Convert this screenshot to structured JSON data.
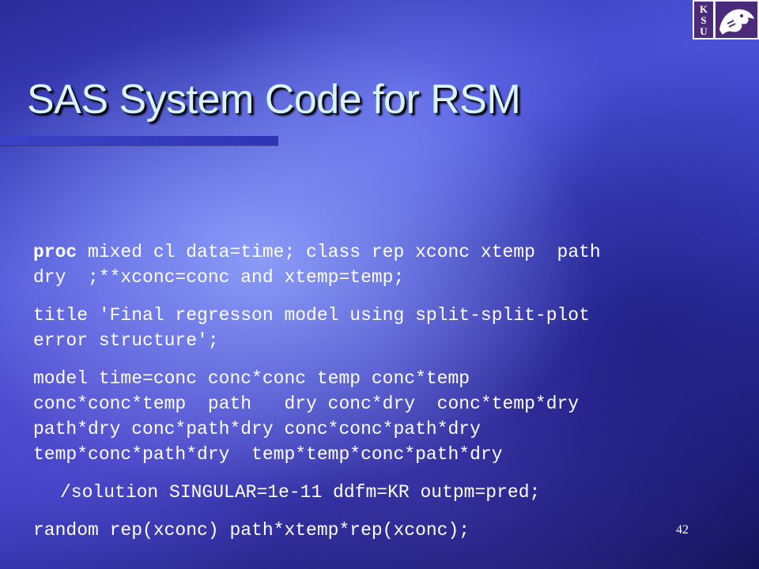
{
  "slide": {
    "title": "SAS System Code for RSM",
    "page_number": "42",
    "logo_text": "KSU",
    "code": {
      "p1_keyword": "proc",
      "p1_line1_rest": " mixed cl data=time; class rep xconc xtemp  path",
      "p1_line2": "dry  ;**xconc=conc and xtemp=temp;",
      "p2_line1": "title 'Final regresson model using split-split-plot",
      "p2_line2": "error structure';",
      "p3_line1": "model time=conc conc*conc temp conc*temp",
      "p3_line2": "conc*conc*temp  path   dry conc*dry  conc*temp*dry",
      "p3_line3": "path*dry conc*path*dry conc*conc*path*dry",
      "p3_line4": "temp*conc*path*dry  temp*temp*conc*path*dry",
      "p4_line1": "/solution SINGULAR=1e-11 ddfm=KR outpm=pred;",
      "p5_line1": "random rep(xconc) path*xtemp*rep(xconc);"
    },
    "colors": {
      "title": "#d8f4ff",
      "background_deep": "#0e0e4a",
      "background_light": "#96aaff",
      "bar": "#3d42c8"
    }
  }
}
